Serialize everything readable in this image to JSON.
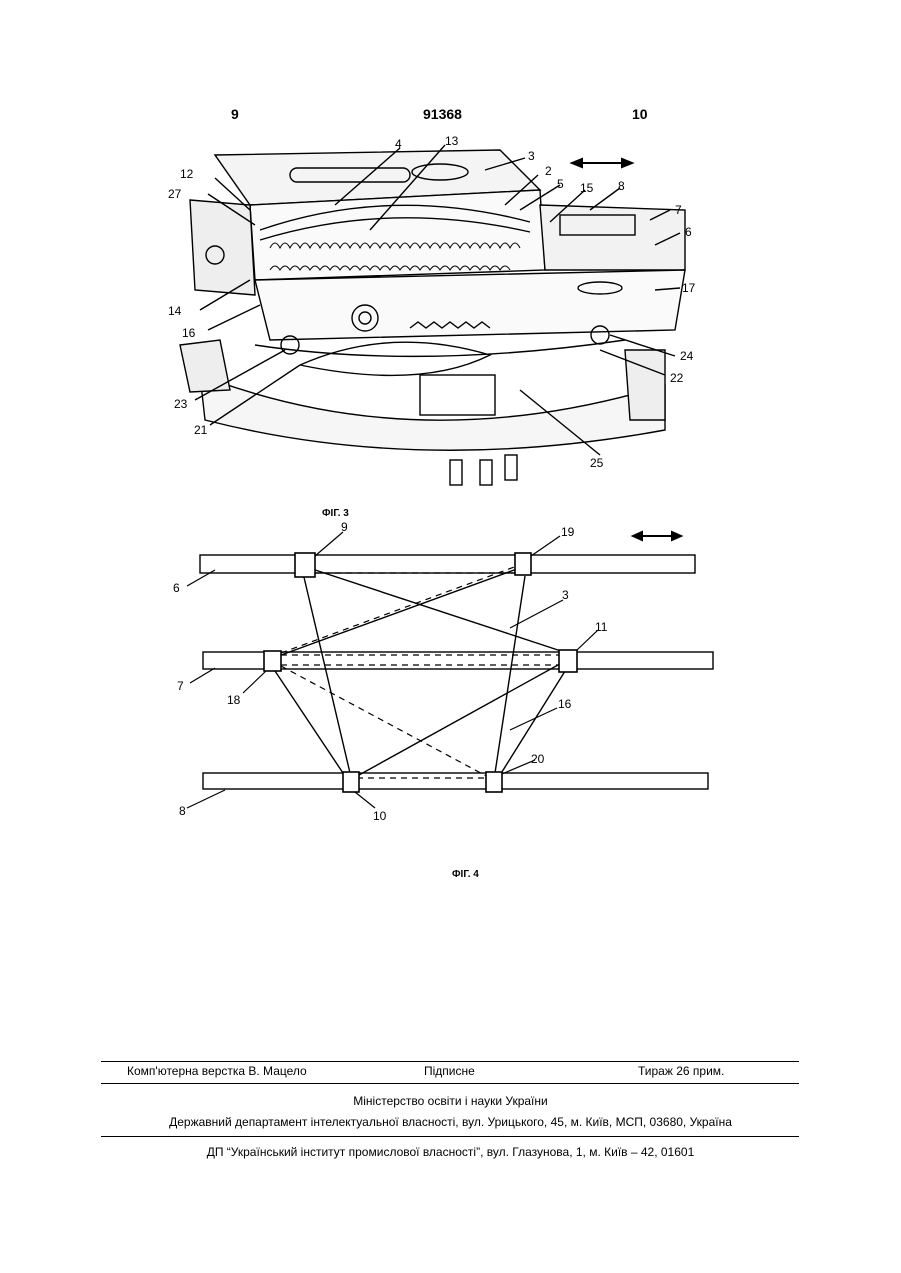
{
  "header": {
    "page_left": "9",
    "patent_number": "91368",
    "page_right": "10"
  },
  "figure3": {
    "caption": "ФІГ. 3",
    "labels": [
      "4",
      "13",
      "3",
      "12",
      "27",
      "2",
      "5",
      "15",
      "8",
      "7",
      "6",
      "17",
      "14",
      "16",
      "24",
      "22",
      "23",
      "21",
      "25"
    ]
  },
  "figure4": {
    "caption": "ФІГ. 4",
    "rail_labels": [
      "6",
      "7",
      "8"
    ],
    "block_labels": [
      "9",
      "19",
      "11",
      "18",
      "10",
      "20"
    ],
    "region_labels": [
      "3",
      "16"
    ]
  },
  "footer": {
    "layout_credit": "Комп'ютерна верстка В. Мацело",
    "signed": "Підписне",
    "circulation": "Тираж 26 прим.",
    "ministry": "Міністерство освіти і науки України",
    "department": "Державний департамент інтелектуальної власності, вул. Урицького, 45, м. Київ, МСП, 03680, Україна",
    "institute": "ДП “Український інститут промислової власності”, вул. Глазунова, 1, м. Київ – 42, 01601"
  }
}
